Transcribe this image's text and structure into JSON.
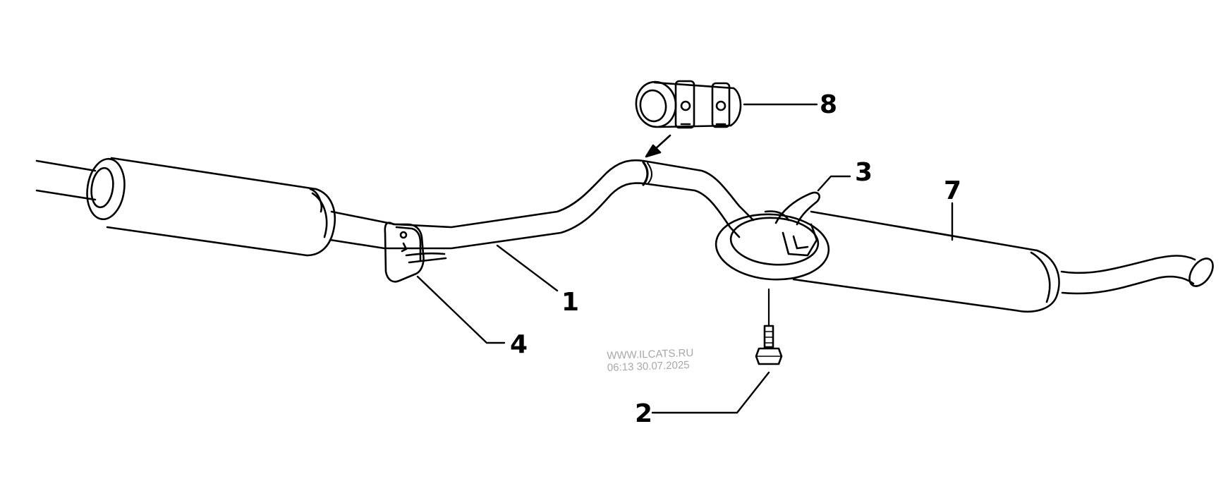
{
  "callouts": {
    "c1": "1",
    "c2": "2",
    "c3": "3",
    "c4": "4",
    "c7": "7",
    "c8": "8"
  },
  "watermark": {
    "site": "WWW.ILCATS.RU",
    "timestamp": "06:13 30.07.2025"
  },
  "colors": {
    "line": "#000000",
    "background": "#ffffff",
    "watermark": "#a8a8a8"
  }
}
